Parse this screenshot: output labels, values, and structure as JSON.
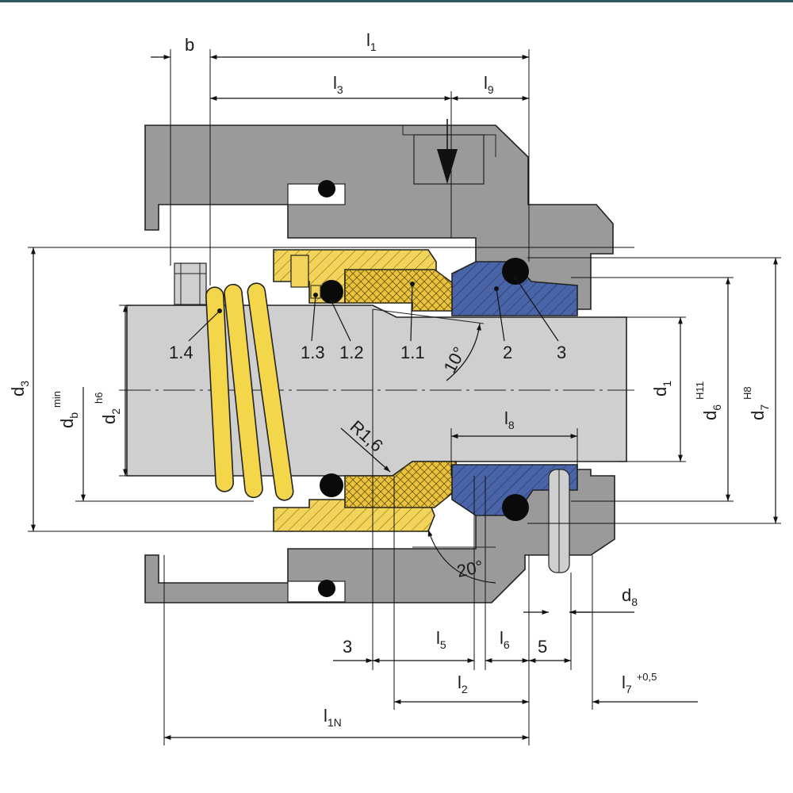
{
  "colors": {
    "housing": "#9a9a9a",
    "shaft": "#cfcfcf",
    "spring": "#f4d64a",
    "seat_ring": "#f3d45a",
    "seal_face": "#ebc33c",
    "mating_ring": "#4a64a8",
    "oring": "#0a0a0a",
    "frame": "#2f5a62"
  },
  "dimensions": {
    "b": "b",
    "l1": "l",
    "l1_sub": "1",
    "l3": "l",
    "l3_sub": "3",
    "l9": "l",
    "l9_sub": "9",
    "d3": "d",
    "d3_sub": "3",
    "db": "d",
    "db_sub": "b",
    "db_sup": "min",
    "d2": "d",
    "d2_sub": "2",
    "d2_sup": "h6",
    "d1": "d",
    "d1_sub": "1",
    "d6": "d",
    "d6_sub": "6",
    "d6_sup": "H11",
    "d7": "d",
    "d7_sub": "7",
    "d7_sup": "H8",
    "l8": "l",
    "l8_sub": "8",
    "d8": "d",
    "d8_sub": "8",
    "three": "3",
    "l5": "l",
    "l5_sub": "5",
    "l6": "l",
    "l6_sub": "6",
    "five": "5",
    "l2": "l",
    "l2_sub": "2",
    "l7": "l",
    "l7_sub": "7",
    "l7_sup": "+0,5",
    "l1N": "l",
    "l1N_sub": "1N",
    "r16": "R1,6",
    "angle10": "10°",
    "angle20": "20°"
  },
  "parts": {
    "p14": "1.4",
    "p13": "1.3",
    "p12": "1.2",
    "p11": "1.1",
    "p2": "2",
    "p3": "3"
  }
}
